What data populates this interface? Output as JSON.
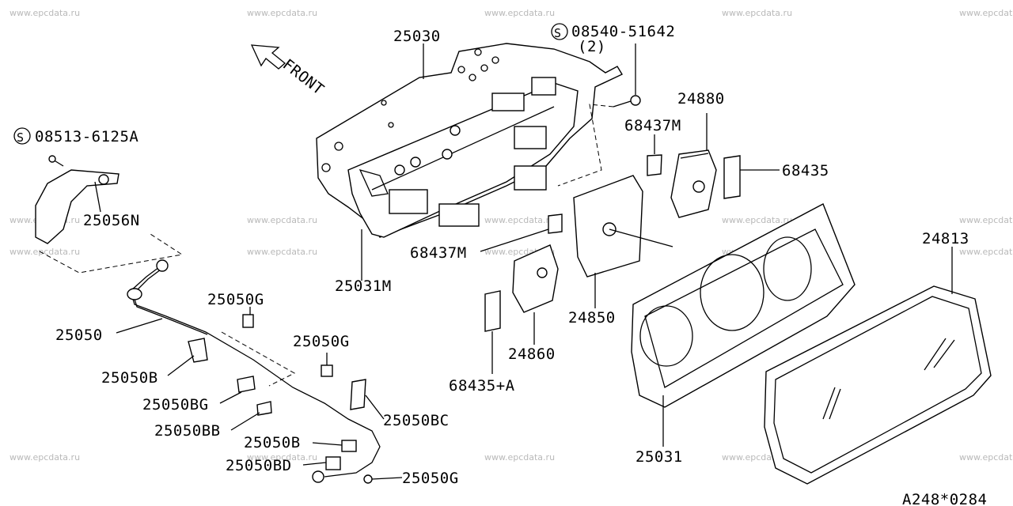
{
  "watermark": "www.epcdata.ru",
  "front_label": "FRONT",
  "labels": {
    "p25030": "25030",
    "p08540": "08540-51642",
    "p08540_qty": "(2)",
    "p08513": "08513-6125A",
    "p24880": "24880",
    "p68437m_top": "68437M",
    "p68435": "68435",
    "p25056n": "25056N",
    "p24813": "24813",
    "p68437m_mid": "68437M",
    "p25031m": "25031M",
    "p25050g_1": "25050G",
    "p25050": "25050",
    "p24850": "24850",
    "p25050g_2": "25050G",
    "p24860": "24860",
    "p25050b": "25050B",
    "p68435a": "68435+A",
    "p25050bg": "25050BG",
    "p25050bc": "25050BC",
    "p25050bb": "25050BB",
    "p25050b_2": "25050B",
    "p25031": "25031",
    "p25050bd": "25050BD",
    "p25050g_3": "25050G",
    "diagram_code": "A248*0284"
  },
  "icons": {
    "screw_symbol": "S-circle-screw-icon"
  }
}
